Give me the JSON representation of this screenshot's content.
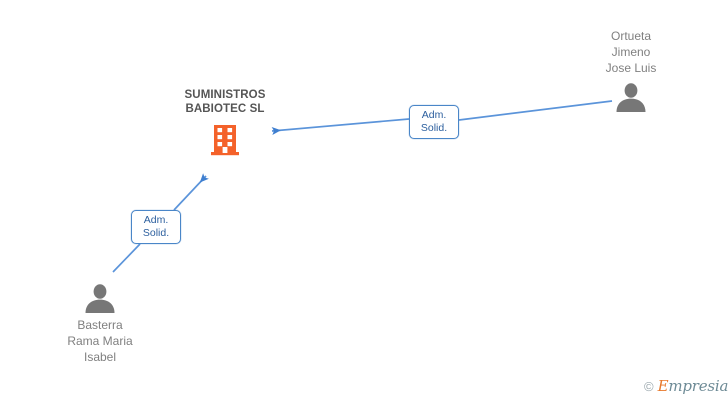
{
  "graph": {
    "background_color": "#ffffff",
    "company": {
      "name": "SUMINISTROS\nBABIOTEC SL",
      "icon": "building-icon",
      "icon_color": "#f4622a"
    },
    "persons": [
      {
        "id": "person-top-right",
        "name": "Ortueta\nJimeno\nJose Luis",
        "icon": "person-icon",
        "icon_color": "#808080"
      },
      {
        "id": "person-bottom-left",
        "name": "Basterra\nRama Maria\nIsabel",
        "icon": "person-icon",
        "icon_color": "#808080"
      }
    ],
    "edges": [
      {
        "id": "edge-ortueta-to-company",
        "from": "person-top-right",
        "to": "company",
        "label": "Adm.\nSolid.",
        "color": "#4a86c8",
        "arrow": "left"
      },
      {
        "id": "edge-basterra-to-company",
        "from": "person-bottom-left",
        "to": "company",
        "label": "Adm.\nSolid.",
        "color": "#4a86c8",
        "arrow": "up-right"
      }
    ],
    "watermark": {
      "copyright": "©",
      "brand_initial": "E",
      "brand_rest": "mpresia",
      "initial_color": "#e8792c",
      "rest_color": "#6e8b96"
    }
  }
}
